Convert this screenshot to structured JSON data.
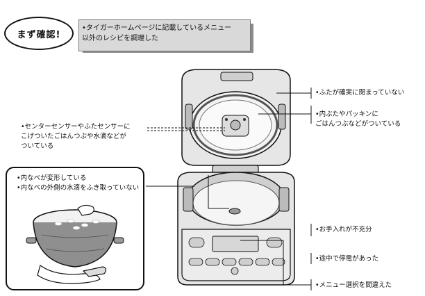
{
  "badge": {
    "label": "まず確認!"
  },
  "notice": {
    "line1": "•タイガーホームページに記載しているメニュー",
    "line2": "以外のレシピを調理した"
  },
  "callouts": {
    "lid_not_closed": "•ふたが確実に閉まっていない",
    "inner_lid_line1": "•内ぶたやパッキンに",
    "inner_lid_line2": "ごはんつぶなどがついている",
    "sensor_line1": "•センターセンサーやふたセンサーに",
    "sensor_line2": "こげついたごはんつぶや水滴などが",
    "sensor_line3": "ついている",
    "care": "•お手入れが不充分",
    "power_outage": "•途中で停電があった",
    "wrong_menu": "•メニュー選択を間違えた"
  },
  "inset": {
    "line1": "•内なべが変形している",
    "line2": "•内なべの外側の水滴をふき取っていない"
  },
  "colors": {
    "notice_bg": "#d9d9d9",
    "notice_shadow": "#8c8c8c",
    "line": "#111111",
    "appliance_fill": "#e6e6e6",
    "appliance_dark": "#9a9a9a"
  }
}
